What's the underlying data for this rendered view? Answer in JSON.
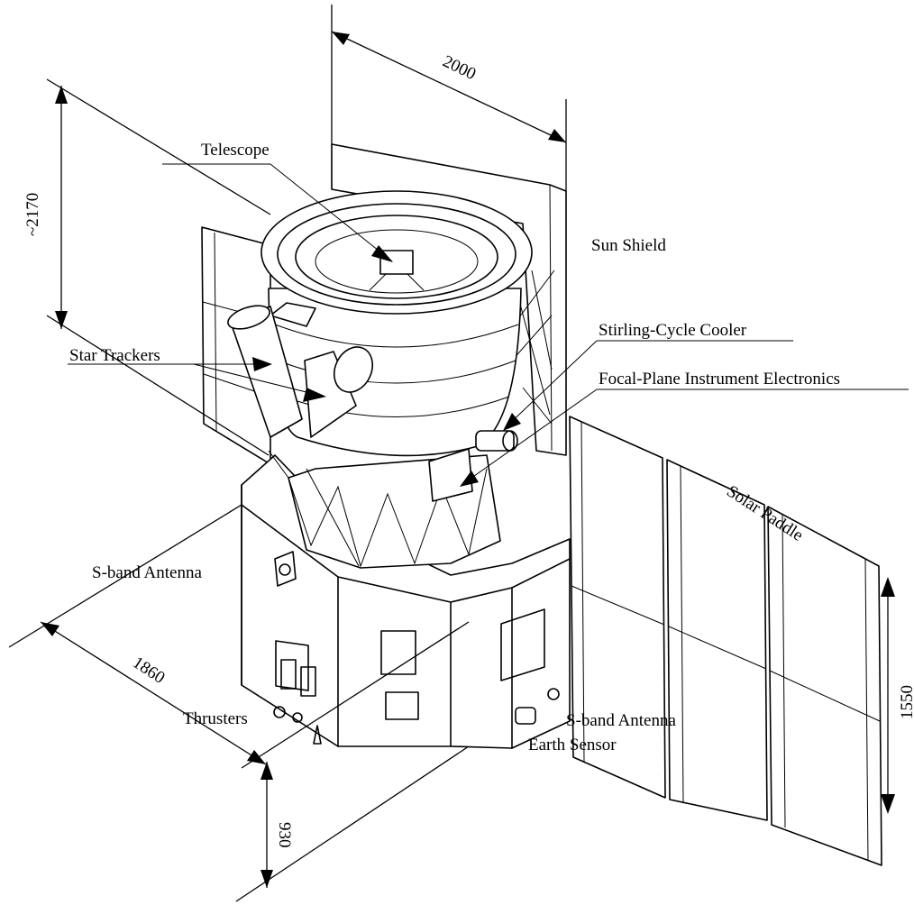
{
  "labels": {
    "telescope": "Telescope",
    "sun_shield": "Sun Shield",
    "stirling_cooler": "Stirling-Cycle Cooler",
    "star_trackers": "Star Trackers",
    "focal_plane": "Focal-Plane Instrument Electronics",
    "solar_paddle": "Solar Paddle",
    "s_band_antenna_left": "S-band Antenna",
    "s_band_antenna_right": "S-band Antenna",
    "thrusters": "Thrusters",
    "earth_sensor": "Earth Sensor"
  },
  "dimensions": {
    "top_width": "2000",
    "height_total": "~2170",
    "base_width": "1860",
    "base_height": "930",
    "paddle_height": "1550"
  }
}
